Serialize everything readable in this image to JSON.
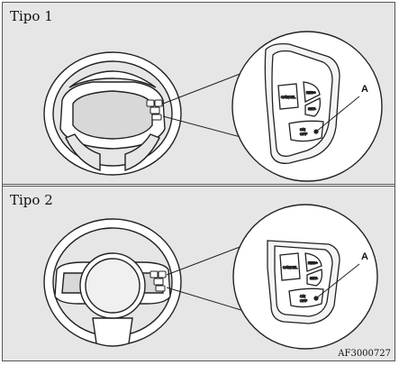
{
  "panels": [
    {
      "title": "Tipo 1",
      "callout": "A",
      "detail_buttons": [
        "CANCEL",
        "RES+",
        "SET-",
        "ON",
        "OFF"
      ]
    },
    {
      "title": "Tipo 2",
      "callout": "A",
      "detail_buttons": [
        "CANCEL",
        "RES+",
        "SET-",
        "ON",
        "OFF"
      ]
    }
  ],
  "figure_code": "AF3000727"
}
